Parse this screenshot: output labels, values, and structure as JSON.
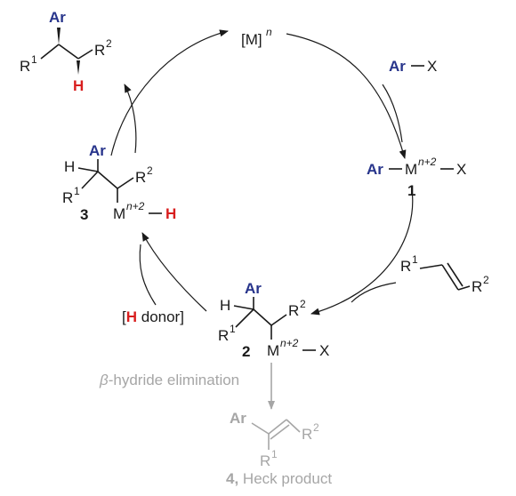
{
  "metal": {
    "symbol": "[M]",
    "oxidation": "n"
  },
  "groups": {
    "ar": "Ar",
    "x": "X",
    "h": "H",
    "m": "M",
    "r1": "R",
    "r2": "R",
    "r1_sup": "1",
    "r2_sup": "2",
    "ox_n2": "n+2"
  },
  "compounds": {
    "c1": "1",
    "c2": "2",
    "c3": "3",
    "c4": "4,"
  },
  "labels": {
    "h_donor_open": "[",
    "h_donor_h": "H",
    "h_donor_rest": " donor]",
    "beta_symbol": "β",
    "beta_text": "-hydride elimination",
    "heck_product": " Heck product"
  },
  "colors": {
    "aryl": "#27348b",
    "hydrogen": "#d81e1e",
    "side_path": "#a6a6a6"
  }
}
